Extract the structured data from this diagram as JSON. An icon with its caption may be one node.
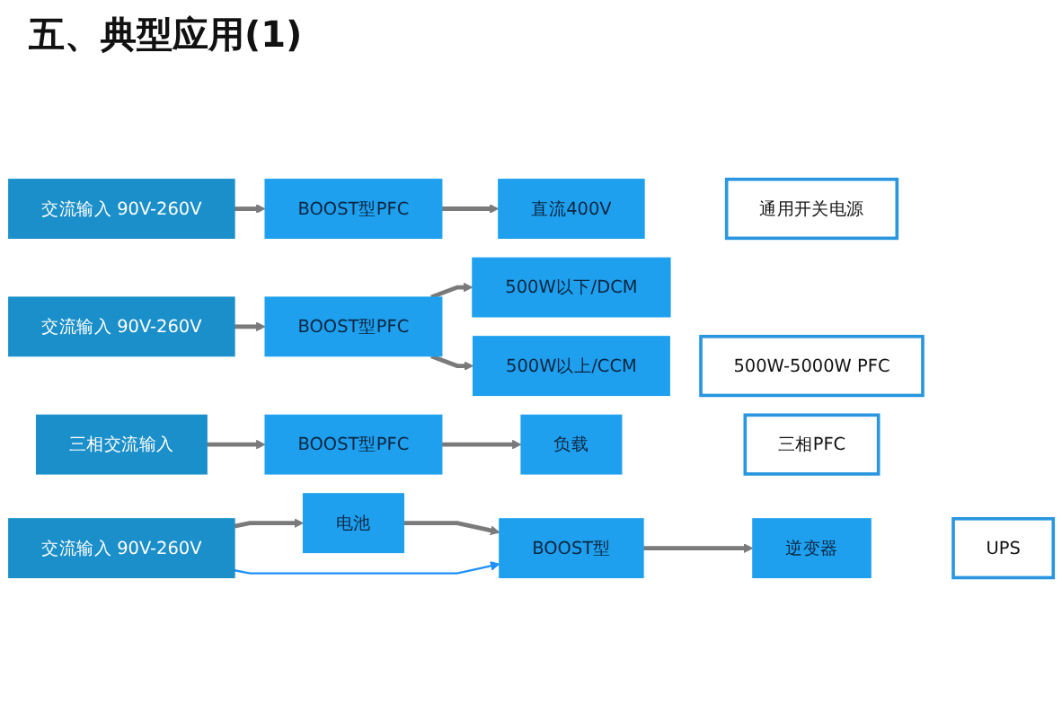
{
  "diagram": {
    "title": "五、典型应用(1)",
    "nodes": [
      {
        "text": [
          "交流输入 90V-260V"
        ]
      },
      {
        "text": [
          "BOOST型PFC"
        ]
      },
      {
        "text": [
          "直流400V"
        ]
      },
      {
        "text": [
          "通用开关电源"
        ]
      },
      {
        "text": [
          "交流输入 90V-260V"
        ]
      },
      {
        "text": [
          "BOOST型PFC"
        ]
      },
      {
        "text": [
          "500W以下/DCM"
        ]
      },
      {
        "text": [
          "500W以上/CCM"
        ]
      },
      {
        "text": [
          "500W-5000W PFC"
        ]
      },
      {
        "text": [
          "三相交流输入"
        ]
      },
      {
        "text": [
          "BOOST型PFC"
        ]
      },
      {
        "text": [
          "负载"
        ]
      },
      {
        "text": [
          "三相PFC"
        ]
      },
      {
        "text": [
          "交流输入 90V-260V"
        ]
      },
      {
        "text": [
          "电池"
        ]
      },
      {
        "text": [
          "BOOST型"
        ]
      },
      {
        "text": [
          "逆变器"
        ]
      },
      {
        "text": [
          "UPS"
        ]
      }
    ],
    "edges": [
      {
        "from": 0,
        "to": 1,
        "arrow": "to"
      },
      {
        "from": 1,
        "to": 2,
        "arrow": "to"
      },
      {
        "from": 4,
        "to": 5,
        "arrow": "to"
      },
      {
        "from": 5,
        "to": 6,
        "arrow": "to"
      },
      {
        "from": 5,
        "to": 7,
        "arrow": "to"
      },
      {
        "from": 9,
        "to": 10,
        "arrow": "to"
      },
      {
        "from": 10,
        "to": 11,
        "arrow": "to"
      },
      {
        "from": 13,
        "to": 14,
        "arrow": "to"
      },
      {
        "from": 14,
        "to": 15,
        "arrow": "to"
      },
      {
        "from": 15,
        "to": 16,
        "arrow": "to"
      },
      {
        "from": 13,
        "to": 15,
        "arrow": "to",
        "color": "#1e90ff"
      }
    ]
  }
}
